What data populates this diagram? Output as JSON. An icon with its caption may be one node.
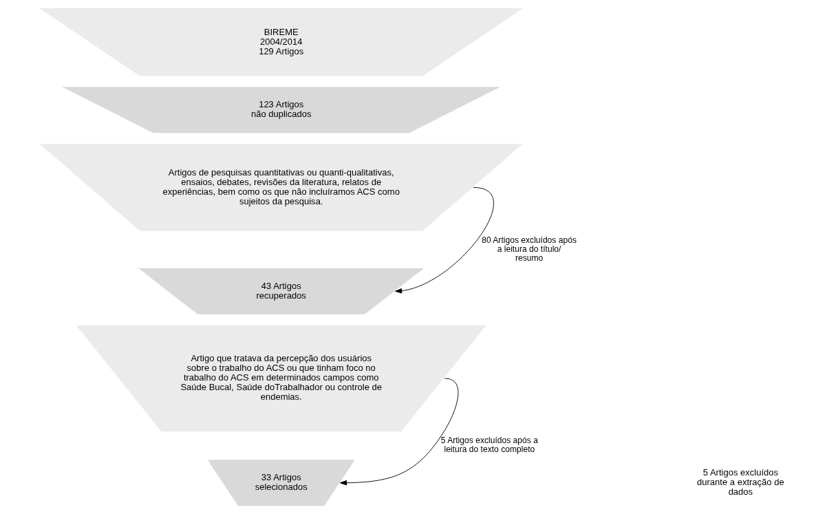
{
  "diagram": {
    "nodes": [
      {
        "text": [
          "BIREME 2004/2014 129 Artigos"
        ]
      },
      {
        "text": [
          "123 Artigos não duplicados"
        ]
      },
      {
        "text": [
          "Artigos de pesquisas quantitativas ou quanti-qualitativas, ensaios, debates, revisões da literatura, relatos de experiências, bem como os que não incluíramos ACS como sujeitos da pesquisa."
        ]
      },
      {
        "text": [
          "43 Artigos recuperados"
        ]
      },
      {
        "text": [
          "Artigo que tratava da percepção dos usuários sobre o trabalho do ACS ou que tinham foco no trabalho do ACS em determinados campos como Saúde Bucal, Saúde doTrabalhador ou controle de endemias."
        ]
      },
      {
        "text": [
          "33 Artigos selecionados"
        ]
      }
    ],
    "edges": [
      {
        "from": 2,
        "to": 3,
        "arrow": "to",
        "label": "80 Artigos excluídos após a leitura do título/ resumo"
      },
      {
        "from": 4,
        "to": 5,
        "arrow": "to",
        "label": "5 Artigos excluídos após a leitura do texto completo"
      }
    ],
    "labels": [
      "5 Artigos excluídos durante a extração de dados"
    ]
  }
}
